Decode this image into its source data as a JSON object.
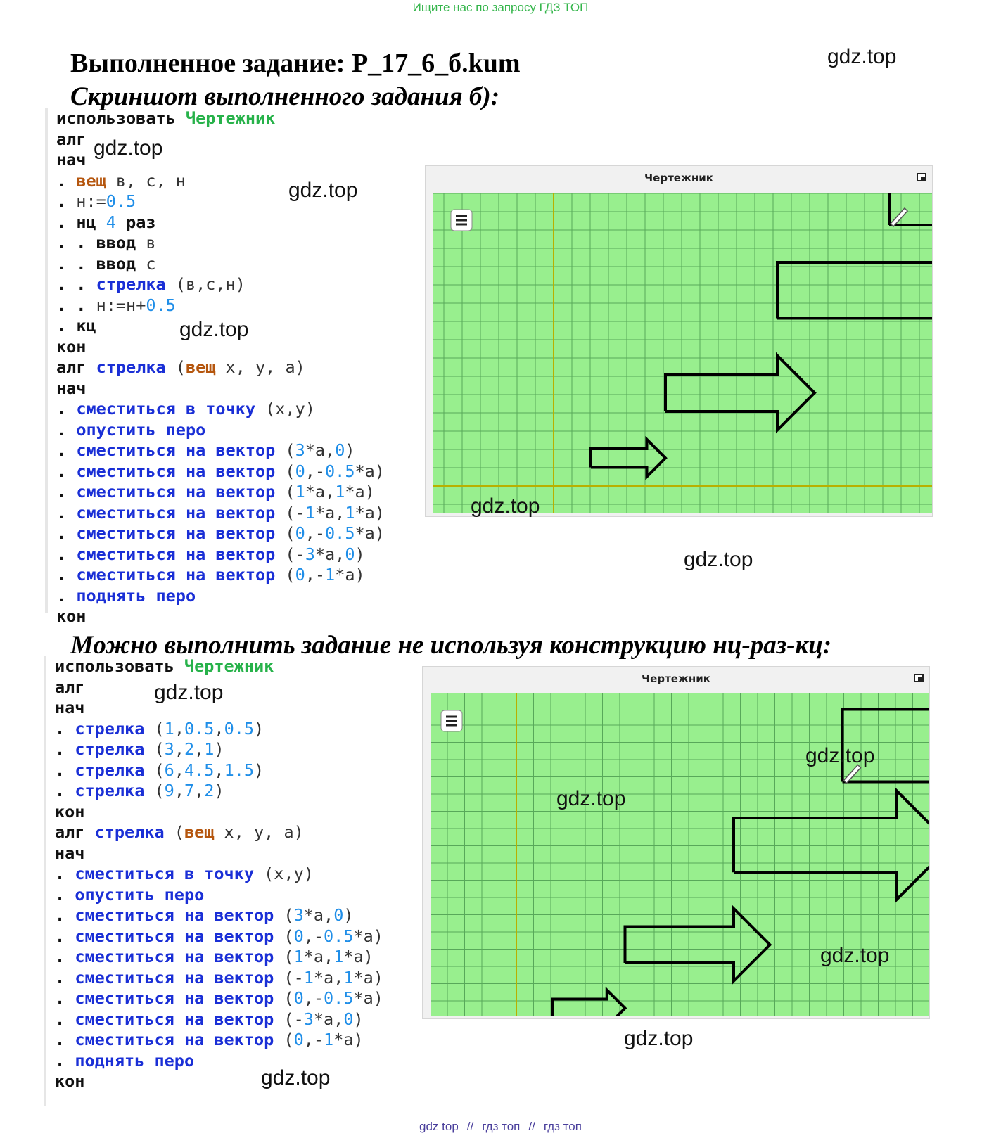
{
  "banner": "Ищите нас по запросу ГДЗ ТОП",
  "title": "Выполненное задание: P_17_6_б.kum",
  "subtitle": "Скриншот выполненного задания б):",
  "subtitle2": "Можно выполнить задание не используя конструкцию нц-раз-кц:",
  "watermark": "gdz.top",
  "footer": [
    "gdz top",
    "//",
    "гдз топ",
    "//",
    "гдз топ"
  ],
  "colors": {
    "grid_bg": "#98ef8e",
    "grid_line": "#58a85a",
    "axis": "#b8b000",
    "keyword_fn": "#1a2fd6",
    "type_kw": "#b5560e",
    "lib": "#27b24a",
    "number": "#1f8ee8"
  },
  "panel": {
    "title": "Чертежник",
    "menu_icon": "hamburger-icon",
    "max_icon": "maximize-icon"
  },
  "code1": [
    [
      [
        "kw",
        "использовать"
      ],
      [
        "t",
        " "
      ],
      [
        "lib",
        "Чертежник"
      ]
    ],
    [
      [
        "kw",
        "алг"
      ]
    ],
    [
      [
        "kw",
        "нач"
      ]
    ],
    [
      [
        "dot",
        "."
      ],
      [
        "t",
        " "
      ],
      [
        "type",
        "вещ"
      ],
      [
        "t",
        " в, с, н"
      ]
    ],
    [
      [
        "dot",
        "."
      ],
      [
        "t",
        " н:="
      ],
      [
        "num",
        "0.5"
      ]
    ],
    [
      [
        "dot",
        "."
      ],
      [
        "t",
        " "
      ],
      [
        "kw",
        "нц"
      ],
      [
        "t",
        " "
      ],
      [
        "num",
        "4"
      ],
      [
        "t",
        " "
      ],
      [
        "kw",
        "раз"
      ]
    ],
    [
      [
        "dot",
        ". ."
      ],
      [
        "t",
        " "
      ],
      [
        "kw",
        "ввод"
      ],
      [
        "t",
        " в"
      ]
    ],
    [
      [
        "dot",
        ". ."
      ],
      [
        "t",
        " "
      ],
      [
        "kw",
        "ввод"
      ],
      [
        "t",
        " с"
      ]
    ],
    [
      [
        "dot",
        ". ."
      ],
      [
        "t",
        " "
      ],
      [
        "fn",
        "стрелка"
      ],
      [
        "t",
        " (в,с,н)"
      ]
    ],
    [
      [
        "dot",
        ". ."
      ],
      [
        "t",
        " н:=н+"
      ],
      [
        "num",
        "0.5"
      ]
    ],
    [
      [
        "dot",
        "."
      ],
      [
        "t",
        " "
      ],
      [
        "kw",
        "кц"
      ]
    ],
    [
      [
        "kw",
        "кон"
      ]
    ],
    [
      [
        "kw",
        "алг"
      ],
      [
        "t",
        " "
      ],
      [
        "fn",
        "стрелка"
      ],
      [
        "t",
        " ("
      ],
      [
        "type",
        "вещ"
      ],
      [
        "t",
        " x, y, a)"
      ]
    ],
    [
      [
        "kw",
        "нач"
      ]
    ],
    [
      [
        "dot",
        "."
      ],
      [
        "t",
        " "
      ],
      [
        "fn",
        "сместиться в точку"
      ],
      [
        "t",
        " (x,y)"
      ]
    ],
    [
      [
        "dot",
        "."
      ],
      [
        "t",
        " "
      ],
      [
        "fn",
        "опустить перо"
      ]
    ],
    [
      [
        "dot",
        "."
      ],
      [
        "t",
        " "
      ],
      [
        "fn",
        "сместиться на вектор"
      ],
      [
        "t",
        " ("
      ],
      [
        "num",
        "3"
      ],
      [
        "t",
        "*a,"
      ],
      [
        "num",
        "0"
      ],
      [
        "t",
        ")"
      ]
    ],
    [
      [
        "dot",
        "."
      ],
      [
        "t",
        " "
      ],
      [
        "fn",
        "сместиться на вектор"
      ],
      [
        "t",
        " ("
      ],
      [
        "num",
        "0"
      ],
      [
        "t",
        ",-"
      ],
      [
        "num",
        "0.5"
      ],
      [
        "t",
        "*a)"
      ]
    ],
    [
      [
        "dot",
        "."
      ],
      [
        "t",
        " "
      ],
      [
        "fn",
        "сместиться на вектор"
      ],
      [
        "t",
        " ("
      ],
      [
        "num",
        "1"
      ],
      [
        "t",
        "*a,"
      ],
      [
        "num",
        "1"
      ],
      [
        "t",
        "*a)"
      ]
    ],
    [
      [
        "dot",
        "."
      ],
      [
        "t",
        " "
      ],
      [
        "fn",
        "сместиться на вектор"
      ],
      [
        "t",
        " (-"
      ],
      [
        "num",
        "1"
      ],
      [
        "t",
        "*a,"
      ],
      [
        "num",
        "1"
      ],
      [
        "t",
        "*a)"
      ]
    ],
    [
      [
        "dot",
        "."
      ],
      [
        "t",
        " "
      ],
      [
        "fn",
        "сместиться на вектор"
      ],
      [
        "t",
        " ("
      ],
      [
        "num",
        "0"
      ],
      [
        "t",
        ",-"
      ],
      [
        "num",
        "0.5"
      ],
      [
        "t",
        "*a)"
      ]
    ],
    [
      [
        "dot",
        "."
      ],
      [
        "t",
        " "
      ],
      [
        "fn",
        "сместиться на вектор"
      ],
      [
        "t",
        " (-"
      ],
      [
        "num",
        "3"
      ],
      [
        "t",
        "*a,"
      ],
      [
        "num",
        "0"
      ],
      [
        "t",
        ")"
      ]
    ],
    [
      [
        "dot",
        "."
      ],
      [
        "t",
        " "
      ],
      [
        "fn",
        "сместиться на вектор"
      ],
      [
        "t",
        " ("
      ],
      [
        "num",
        "0"
      ],
      [
        "t",
        ",-"
      ],
      [
        "num",
        "1"
      ],
      [
        "t",
        "*a)"
      ]
    ],
    [
      [
        "dot",
        "."
      ],
      [
        "t",
        " "
      ],
      [
        "fn",
        "поднять перо"
      ]
    ],
    [
      [
        "kw",
        "кон"
      ]
    ]
  ],
  "code2": [
    [
      [
        "kw",
        "использовать"
      ],
      [
        "t",
        " "
      ],
      [
        "lib",
        "Чертежник"
      ]
    ],
    [
      [
        "kw",
        "алг"
      ]
    ],
    [
      [
        "kw",
        "нач"
      ]
    ],
    [
      [
        "dot",
        "."
      ],
      [
        "t",
        " "
      ],
      [
        "fn",
        "стрелка"
      ],
      [
        "t",
        " ("
      ],
      [
        "num",
        "1"
      ],
      [
        "t",
        ","
      ],
      [
        "num",
        "0.5"
      ],
      [
        "t",
        ","
      ],
      [
        "num",
        "0.5"
      ],
      [
        "t",
        ")"
      ]
    ],
    [
      [
        "dot",
        "."
      ],
      [
        "t",
        " "
      ],
      [
        "fn",
        "стрелка"
      ],
      [
        "t",
        " ("
      ],
      [
        "num",
        "3"
      ],
      [
        "t",
        ","
      ],
      [
        "num",
        "2"
      ],
      [
        "t",
        ","
      ],
      [
        "num",
        "1"
      ],
      [
        "t",
        ")"
      ]
    ],
    [
      [
        "dot",
        "."
      ],
      [
        "t",
        " "
      ],
      [
        "fn",
        "стрелка"
      ],
      [
        "t",
        " ("
      ],
      [
        "num",
        "6"
      ],
      [
        "t",
        ","
      ],
      [
        "num",
        "4.5"
      ],
      [
        "t",
        ","
      ],
      [
        "num",
        "1.5"
      ],
      [
        "t",
        ")"
      ]
    ],
    [
      [
        "dot",
        "."
      ],
      [
        "t",
        " "
      ],
      [
        "fn",
        "стрелка"
      ],
      [
        "t",
        " ("
      ],
      [
        "num",
        "9"
      ],
      [
        "t",
        ","
      ],
      [
        "num",
        "7"
      ],
      [
        "t",
        ","
      ],
      [
        "num",
        "2"
      ],
      [
        "t",
        ")"
      ]
    ],
    [
      [
        "kw",
        "кон"
      ]
    ],
    [
      [
        "kw",
        "алг"
      ],
      [
        "t",
        " "
      ],
      [
        "fn",
        "стрелка"
      ],
      [
        "t",
        " ("
      ],
      [
        "type",
        "вещ"
      ],
      [
        "t",
        " x, y, a)"
      ]
    ],
    [
      [
        "kw",
        "нач"
      ]
    ],
    [
      [
        "dot",
        "."
      ],
      [
        "t",
        " "
      ],
      [
        "fn",
        "сместиться в точку"
      ],
      [
        "t",
        " (x,y)"
      ]
    ],
    [
      [
        "dot",
        "."
      ],
      [
        "t",
        " "
      ],
      [
        "fn",
        "опустить перо"
      ]
    ],
    [
      [
        "dot",
        "."
      ],
      [
        "t",
        " "
      ],
      [
        "fn",
        "сместиться на вектор"
      ],
      [
        "t",
        " ("
      ],
      [
        "num",
        "3"
      ],
      [
        "t",
        "*a,"
      ],
      [
        "num",
        "0"
      ],
      [
        "t",
        ")"
      ]
    ],
    [
      [
        "dot",
        "."
      ],
      [
        "t",
        " "
      ],
      [
        "fn",
        "сместиться на вектор"
      ],
      [
        "t",
        " ("
      ],
      [
        "num",
        "0"
      ],
      [
        "t",
        ",-"
      ],
      [
        "num",
        "0.5"
      ],
      [
        "t",
        "*a)"
      ]
    ],
    [
      [
        "dot",
        "."
      ],
      [
        "t",
        " "
      ],
      [
        "fn",
        "сместиться на вектор"
      ],
      [
        "t",
        " ("
      ],
      [
        "num",
        "1"
      ],
      [
        "t",
        "*a,"
      ],
      [
        "num",
        "1"
      ],
      [
        "t",
        "*a)"
      ]
    ],
    [
      [
        "dot",
        "."
      ],
      [
        "t",
        " "
      ],
      [
        "fn",
        "сместиться на вектор"
      ],
      [
        "t",
        " (-"
      ],
      [
        "num",
        "1"
      ],
      [
        "t",
        "*a,"
      ],
      [
        "num",
        "1"
      ],
      [
        "t",
        "*a)"
      ]
    ],
    [
      [
        "dot",
        "."
      ],
      [
        "t",
        " "
      ],
      [
        "fn",
        "сместиться на вектор"
      ],
      [
        "t",
        " ("
      ],
      [
        "num",
        "0"
      ],
      [
        "t",
        ",-"
      ],
      [
        "num",
        "0.5"
      ],
      [
        "t",
        "*a)"
      ]
    ],
    [
      [
        "dot",
        "."
      ],
      [
        "t",
        " "
      ],
      [
        "fn",
        "сместиться на вектор"
      ],
      [
        "t",
        " (-"
      ],
      [
        "num",
        "3"
      ],
      [
        "t",
        "*a,"
      ],
      [
        "num",
        "0"
      ],
      [
        "t",
        ")"
      ]
    ],
    [
      [
        "dot",
        "."
      ],
      [
        "t",
        " "
      ],
      [
        "fn",
        "сместиться на вектор"
      ],
      [
        "t",
        " ("
      ],
      [
        "num",
        "0"
      ],
      [
        "t",
        ",-"
      ],
      [
        "num",
        "1"
      ],
      [
        "t",
        "*a)"
      ]
    ],
    [
      [
        "dot",
        "."
      ],
      [
        "t",
        " "
      ],
      [
        "fn",
        "поднять перо"
      ]
    ],
    [
      [
        "kw",
        "кон"
      ]
    ]
  ],
  "arrows": [
    {
      "x": 1,
      "y": 0.5,
      "a": 0.5
    },
    {
      "x": 3,
      "y": 2,
      "a": 1
    },
    {
      "x": 6,
      "y": 4.5,
      "a": 1.5
    },
    {
      "x": 9,
      "y": 7,
      "a": 2
    }
  ]
}
